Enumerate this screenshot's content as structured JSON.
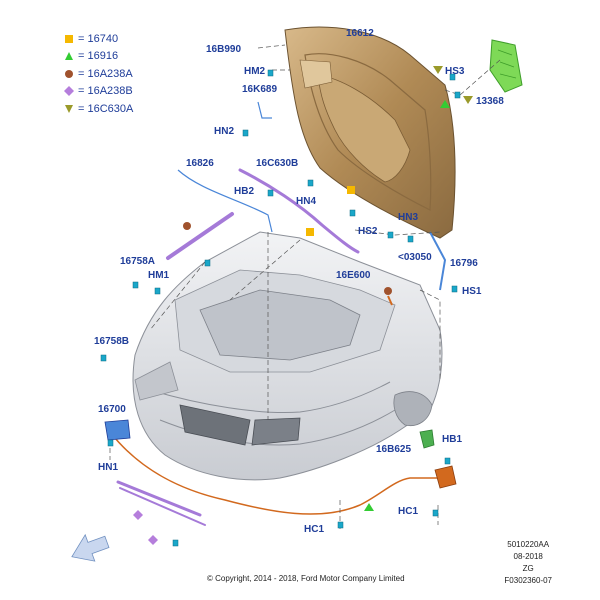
{
  "legend": [
    {
      "symbol": "square",
      "color": "#f5b800",
      "label": "= 16740"
    },
    {
      "symbol": "triangle",
      "color": "#33cc33",
      "label": "= 16916"
    },
    {
      "symbol": "circle",
      "color": "#a0522d",
      "label": "= 16A238A"
    },
    {
      "symbol": "diamond",
      "color": "#b57edc",
      "label": "= 16A238B"
    },
    {
      "symbol": "triangle-down",
      "color": "#9a9a2a",
      "label": "= 16C630A"
    }
  ],
  "callouts": {
    "p16612": "16612",
    "p16B990": "16B990",
    "hm2": "HM2",
    "p16K689": "16K689",
    "hn2": "HN2",
    "hs3": "HS3",
    "p13368": "13368",
    "p16826": "16826",
    "p16C630B": "16C630B",
    "hb2": "HB2",
    "hn4": "HN4",
    "hs2": "HS2",
    "hn3": "HN3",
    "p03050": "<03050",
    "p16796": "16796",
    "p16E600": "16E600",
    "hs1": "HS1",
    "p16758A": "16758A",
    "hm1": "HM1",
    "p16758B": "16758B",
    "p16700": "16700",
    "hn1": "HN1",
    "p16B625": "16B625",
    "hb1": "HB1",
    "hc1a": "HC1",
    "hc1b": "HC1"
  },
  "footer": {
    "copyright": "© Copyright, 2014 - 2018, Ford Motor Company Limited",
    "ref1": "5010220AA",
    "ref2": "08-2018",
    "ref3": "ZG",
    "ref4": "F0302360-07"
  },
  "colors": {
    "callout_text": "#1f3d99",
    "hood": "#b8945e",
    "body": "#e6e8ec",
    "clip": "#1aa7c9",
    "cable": "#d2691e",
    "seal": "#a57ad8",
    "insulator": "#7ed957"
  }
}
